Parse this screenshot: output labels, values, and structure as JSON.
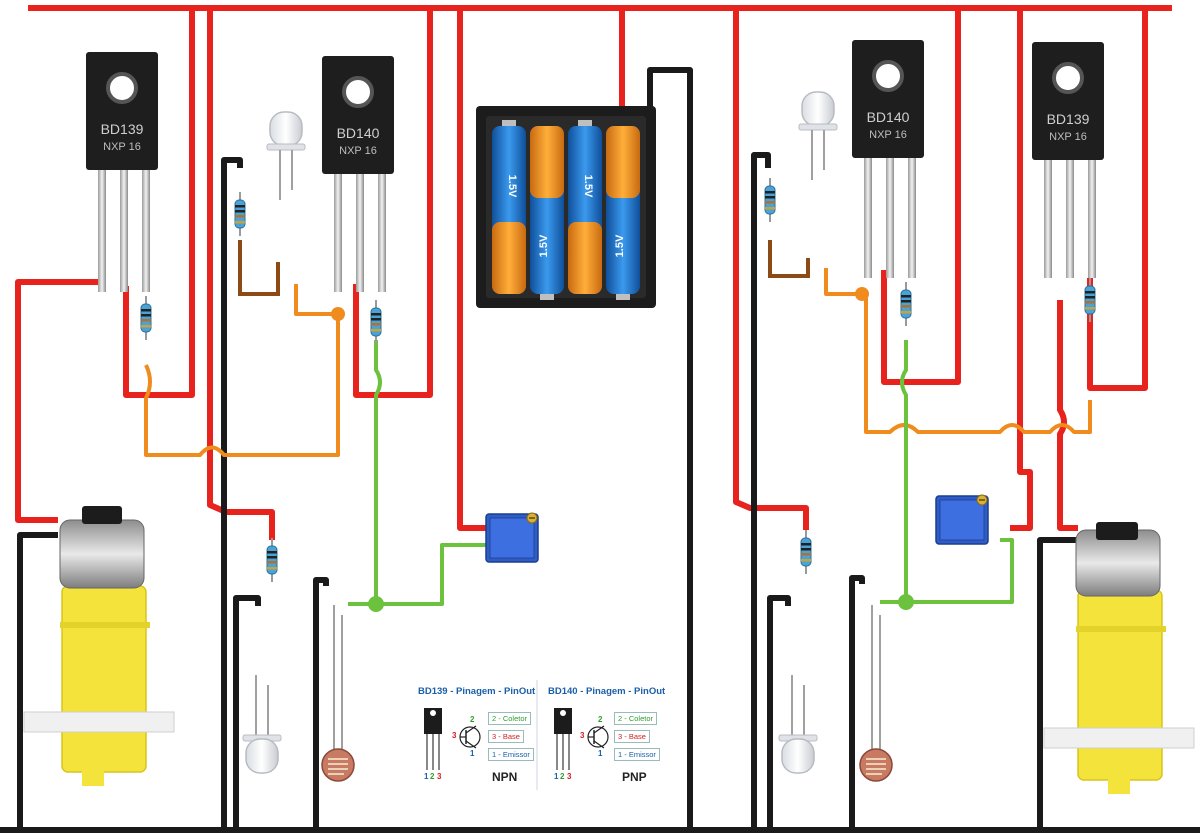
{
  "colors": {
    "supply": "#e8221c",
    "ground": "#1a1a1a",
    "signal_orange": "#f08c1e",
    "signal_green": "#6cc23c",
    "brown_wire": "#8b4a16",
    "motor_yellow": "#f3e33a",
    "pot_blue": "#2f5dc8",
    "battery_holder": "#1c1c1c",
    "battery_orange": "#f7931e",
    "battery_blue": "#1f7ad1",
    "title_blue": "#1a5fa8",
    "collector_green": "#2f9d2f",
    "base_red": "#d32020",
    "emitter_blue": "#1a5fa8"
  },
  "transistors": [
    {
      "label": "BD139",
      "sub": "NXP 16"
    },
    {
      "label": "BD140",
      "sub": "NXP 16"
    },
    {
      "label": "BD140",
      "sub": "NXP 16"
    },
    {
      "label": "BD139",
      "sub": "NXP 16"
    }
  ],
  "battery": {
    "cells": [
      "1.5V",
      "1.5V",
      "1.5V",
      "1.5V"
    ]
  },
  "pinout": [
    {
      "part": "BD139",
      "title_rest": " - Pinagem - PinOut",
      "pins": [
        "2 - Coletor",
        "3 - Base",
        "1 - Emissor"
      ],
      "numbers": [
        "1",
        "2",
        "3"
      ],
      "diagram_pins": [
        "2",
        "3",
        "1"
      ],
      "type": "NPN"
    },
    {
      "part": "BD140",
      "title_rest": " - Pinagem - PinOut",
      "pins": [
        "2 - Coletor",
        "3 - Base",
        "1 - Emissor"
      ],
      "numbers": [
        "1",
        "2",
        "3"
      ],
      "diagram_pins": [
        "2",
        "3",
        "1"
      ],
      "type": "PNP"
    }
  ]
}
